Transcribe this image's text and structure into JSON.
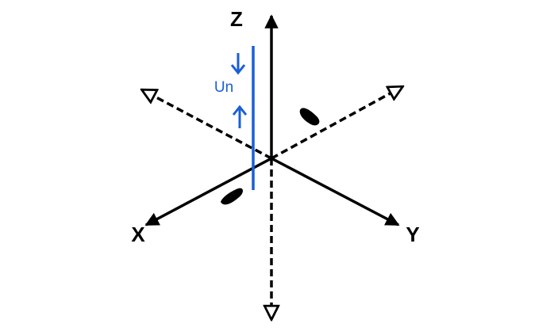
{
  "diagram": {
    "labels": {
      "z_axis": "Z",
      "x_axis": "X",
      "y_axis": "Y",
      "displacement": "Un"
    },
    "colors": {
      "axis": "#000000",
      "accent": "#1a5fd6"
    },
    "icons": {
      "solid_arrowhead": "solid-arrowhead-icon",
      "hollow_arrowhead": "hollow-arrowhead-icon",
      "down_arrow": "arrow-down-icon",
      "up_arrow": "arrow-up-icon"
    }
  }
}
